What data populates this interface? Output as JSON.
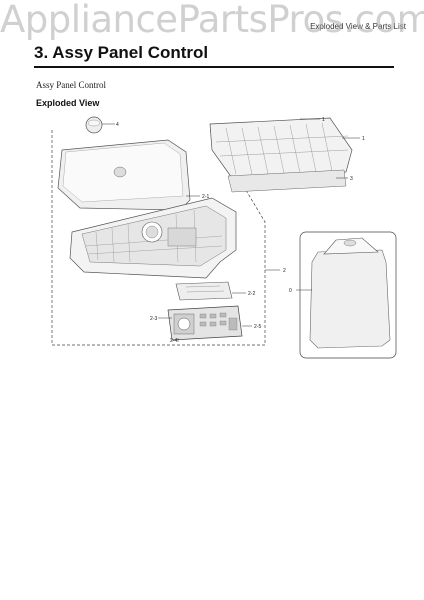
{
  "watermark": "AppliancePartsPros.com",
  "header": {
    "right_text": "Exploded View & Parts List"
  },
  "section": {
    "title": "3.  Assy Panel Control"
  },
  "subtitle": "Assy Panel Control",
  "view_label": "Exploded View",
  "callouts": {
    "c4": "4",
    "c1a": "1",
    "c1b": "1",
    "c3": "3",
    "c2_1": "2-1",
    "c2": "2",
    "c0": "0",
    "c2_2": "2-2",
    "c2_3": "2-3",
    "c2_5": "2-5",
    "c2_4": "2-4"
  }
}
